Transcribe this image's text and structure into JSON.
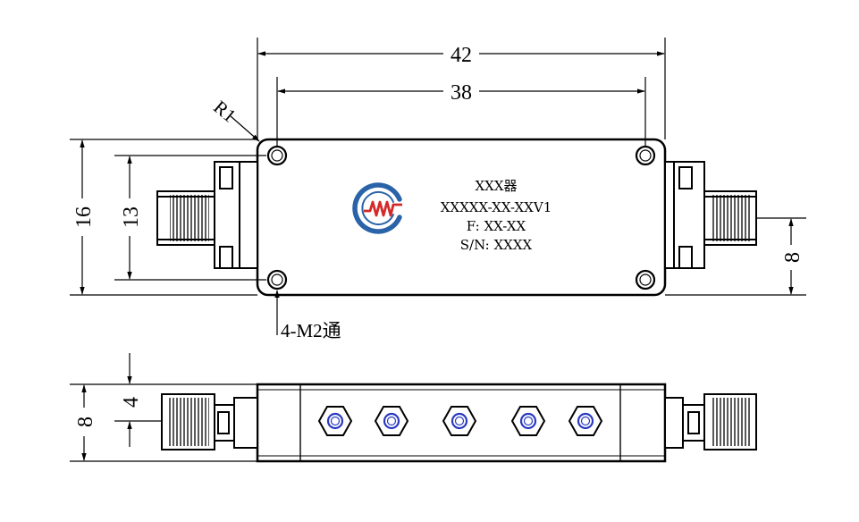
{
  "dimensions": {
    "overall_length": "42",
    "hole_spacing": "38",
    "corner_radius": "R1",
    "overall_width": "16",
    "hole_width_spacing": "13",
    "connector_offset_top": "8",
    "mounting_holes": "4-M2通",
    "side_height": "8",
    "side_connector_height": "4"
  },
  "label": {
    "name": "XXX器",
    "model": "XXXXX-XX-XXV1",
    "frequency": "F: XX-XX",
    "serial": "S/N: XXXX"
  },
  "logo": {
    "ring_color": "#2a63a8",
    "wave_color": "#d42a2a"
  }
}
